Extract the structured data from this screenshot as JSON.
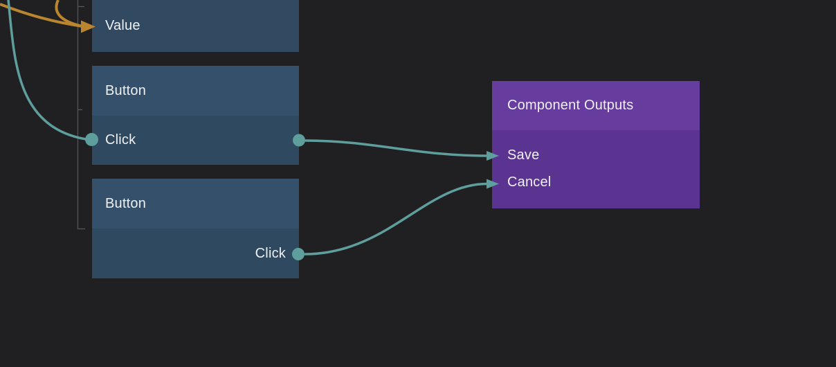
{
  "editor": {
    "kind": "node-graph-canvas",
    "background": "#202022"
  },
  "colors": {
    "node_header_blue": "#35506b",
    "node_body_blue": "#2f4961",
    "value_row_blue": "#314a61",
    "component_header_purple": "#663c9e",
    "component_body_purple": "#5a3490",
    "connection_teal": "#5e9e9c",
    "connection_orange": "#b9862f",
    "guide_gray": "#55575a",
    "text": "#eef0f2"
  },
  "nodes": {
    "value": {
      "port": "Value"
    },
    "button1": {
      "title": "Button",
      "port": "Click"
    },
    "button2": {
      "title": "Button",
      "port": "Click"
    },
    "component_outputs": {
      "title": "Component Outputs",
      "ports": [
        "Save",
        "Cancel"
      ]
    }
  },
  "connections": [
    {
      "from": "offscreen-left",
      "to": "Value",
      "color": "orange",
      "end": "arrow"
    },
    {
      "from": "offscreen-top",
      "to": "Value",
      "color": "orange",
      "end": "arrow"
    },
    {
      "from": "offscreen-top-left",
      "to": "Button 1 · Click",
      "color": "teal",
      "end": "dot"
    },
    {
      "from": "Button 1 · Click",
      "to": "Component Outputs · Save",
      "color": "teal",
      "end": "arrow"
    },
    {
      "from": "Button 2 · Click",
      "to": "Component Outputs · Cancel",
      "color": "teal",
      "end": "arrow"
    }
  ]
}
